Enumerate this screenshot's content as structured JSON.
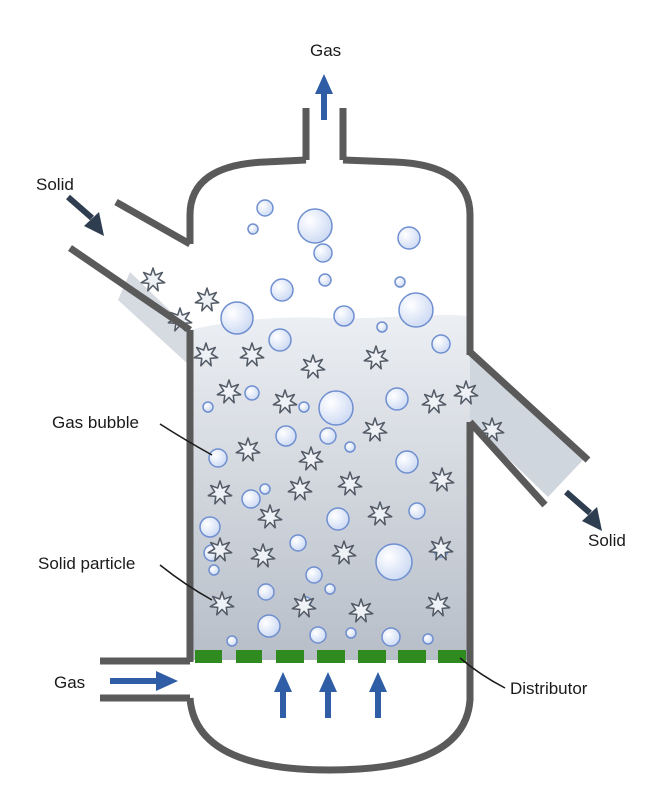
{
  "labels": {
    "gas_out": "Gas",
    "solid_in": "Solid",
    "gas_bubble": "Gas bubble",
    "solid_particle": "Solid particle",
    "gas_in": "Gas",
    "solid_out": "Solid",
    "distributor": "Distributor"
  },
  "colors": {
    "wall": "#5a5a5a",
    "arrow_blue": "#2f5ea6",
    "arrow_dark": "#2e3d4f",
    "distributor_green": "#2f8a1f",
    "bed_top": "#e9edf2",
    "bed_bottom": "#b9c0ca",
    "bubble_fill": "#dfe8f8",
    "bubble_stroke": "#6f8fd0",
    "particle_stroke": "#525a66"
  },
  "icons": [
    "arrow-up-icon",
    "arrow-right-icon",
    "arrow-down-right-icon",
    "bubble-icon",
    "star-particle-icon"
  ]
}
